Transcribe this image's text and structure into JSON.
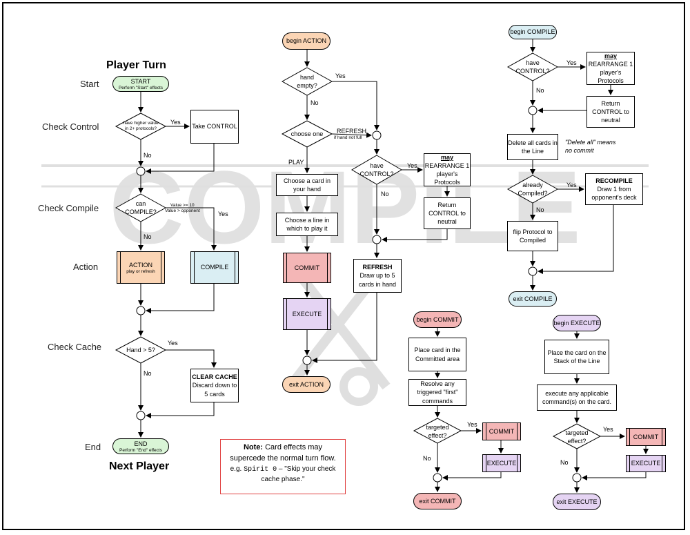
{
  "watermark": "COMPILE",
  "colors": {
    "start": "#d9f5d6",
    "action": "#fbd5b5",
    "compile": "#daeef3",
    "commit": "#f4b6b6",
    "execute": "#e5d4f3",
    "note_border": "#e04040"
  },
  "player_turn": {
    "title": "Player Turn",
    "footer": "Next Player",
    "phases": {
      "start": "Start",
      "check_control": "Check Control",
      "check_compile": "Check Compile",
      "action": "Action",
      "check_cache": "Check Cache",
      "end": "End"
    },
    "start_node": {
      "title": "START",
      "sub": "Perform \"Start\" effects"
    },
    "control_decision": "have higher value in 2+ protocols?",
    "take_control": "Take CONTROL",
    "compile_decision": "can COMPILE?",
    "compile_condition_1": "Value >= 10",
    "compile_condition_2": "Value > opponent",
    "action_node": {
      "title": "ACTION",
      "sub": "play or refresh"
    },
    "compile_node": "COMPILE",
    "cache_decision": "Hand > 5?",
    "clear_cache": {
      "title": "CLEAR CACHE",
      "body": "Discard down to 5 cards"
    },
    "end_node": {
      "title": "END",
      "sub": "Perform \"End\" effects"
    }
  },
  "labels": {
    "yes": "Yes",
    "no": "No"
  },
  "action_flow": {
    "begin": "begin ACTION",
    "hand_empty": "hand empty?",
    "choose_one": "choose one",
    "refresh": "REFRESH",
    "refresh_sub": "if hand not full",
    "play": "PLAY",
    "choose_card": "Choose a card in your hand",
    "choose_line": "Choose a line in which to play it",
    "commit": "COMMIT",
    "execute": "EXECUTE",
    "exit": "exit ACTION",
    "have_control": "have CONTROL?",
    "may": "may",
    "rearrange": "REARRANGE 1 player's Protocols",
    "return_control": "Return CONTROL to neutral",
    "refresh_box_title": "REFRESH",
    "refresh_box_body": "Draw up to 5 cards in hand"
  },
  "compile_flow": {
    "begin": "begin COMPILE",
    "have_control": "have CONTROL?",
    "may": "may",
    "rearrange": "REARRANGE 1 player's Protocols",
    "return_control": "Return CONTROL to neutral",
    "delete_all": "Delete all cards in the Line",
    "note": "\"Delete all\" means no commit",
    "already_compiled": "already Compiled?",
    "recompile_title": "RECOMPILE",
    "recompile_body": "Draw 1 from opponent's deck",
    "flip": "flip Protocol to Compiled",
    "exit": "exit COMPILE"
  },
  "commit_flow": {
    "begin": "begin COMMIT",
    "place": "Place card in the Committed area",
    "resolve": "Resolve any triggered \"first\" commands",
    "targeted": "targeted effect?",
    "commit": "COMMIT",
    "execute": "EXECUTE",
    "exit": "exit COMMIT"
  },
  "execute_flow": {
    "begin": "begin EXECUTE",
    "place": "Place the card on the Stack of the Line",
    "execute_cmds": "execute any applicable command(s) on the card.",
    "targeted": "targeted effect?",
    "commit": "COMMIT",
    "execute": "EXECUTE",
    "exit": "exit EXECUTE"
  },
  "note": {
    "label": "Note:",
    "text": "Card effects may supercede the normal turn flow.",
    "example_prefix": "e.g.",
    "example_card": "Spirit 0",
    "example_quote": "– \"Skip your check cache phase.\""
  }
}
